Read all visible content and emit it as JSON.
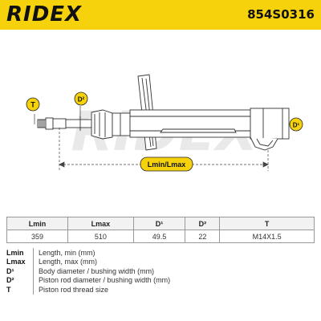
{
  "header": {
    "brand": "RIDEX",
    "part_number": "854S0316"
  },
  "drawing": {
    "watermark": "RIDEX",
    "label_t": "T",
    "label_d2": "D²",
    "label_d1": "D¹",
    "label_length": "Lmin/Lmax"
  },
  "specs": {
    "headers": [
      "Lmin",
      "Lmax",
      "D¹",
      "D²",
      "T"
    ],
    "values": [
      "359",
      "510",
      "49.5",
      "22",
      "M14X1.5"
    ]
  },
  "legend": [
    {
      "key": "Lmin",
      "value": "Length, min (mm)"
    },
    {
      "key": "Lmax",
      "value": "Length, max (mm)"
    },
    {
      "key": "D¹",
      "value": "Body diameter / bushing width (mm)"
    },
    {
      "key": "D²",
      "value": "Piston rod diameter / bushing width (mm)"
    },
    {
      "key": "T",
      "value": "Piston rod thread size"
    }
  ],
  "colors": {
    "brand_yellow": "#f5d20c",
    "label_badge": "#f5d20c"
  }
}
